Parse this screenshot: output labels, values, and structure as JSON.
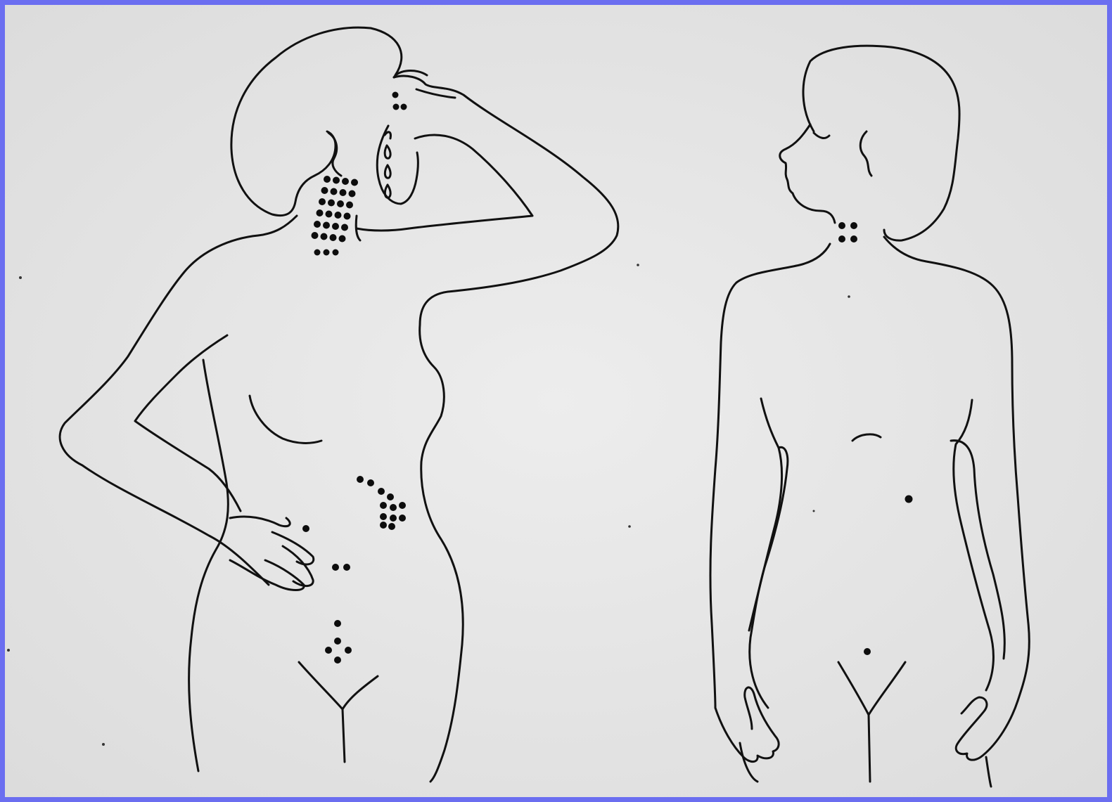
{
  "figure": {
    "background_color": "#ececec",
    "border_color": "#6b6ef0",
    "line_color": "#111111",
    "mark_color": "#0d0d0d",
    "figures": [
      "left-figure",
      "right-figure"
    ],
    "mark_clusters": [
      "left-temple",
      "left-cheek",
      "left-neck",
      "left-flank",
      "left-hip",
      "left-abdomen",
      "left-pubic",
      "right-neck",
      "right-abdomen",
      "right-pelvis"
    ]
  }
}
